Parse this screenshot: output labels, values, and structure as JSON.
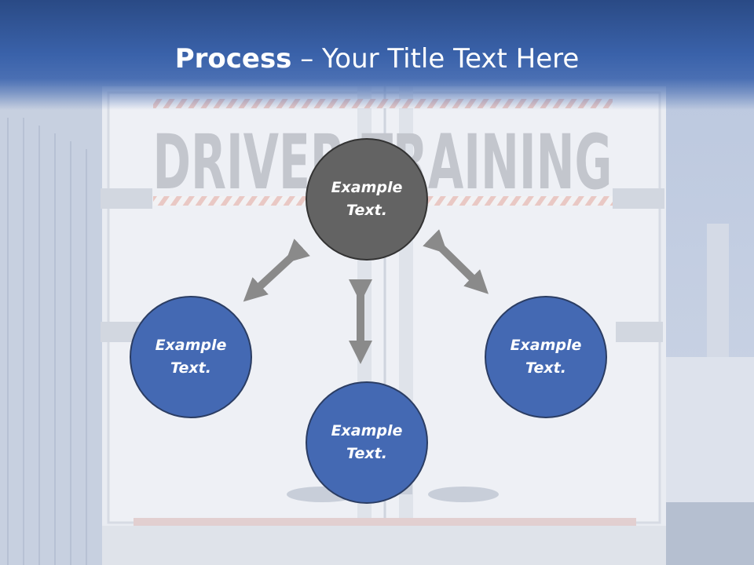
{
  "slide": {
    "title_bold": "Process",
    "title_rest": " – Your Title Text Here",
    "background_sign_text": "DRIVER TRAINING"
  },
  "nodes": {
    "center": {
      "line1": "Example",
      "line2": "Text."
    },
    "left": {
      "line1": "Example",
      "line2": "Text."
    },
    "right": {
      "line1": "Example",
      "line2": "Text."
    },
    "bottom": {
      "line1": "Example",
      "line2": "Text."
    }
  },
  "colors": {
    "title_band": "#3a62aa",
    "node_blue": "#4469b3",
    "node_gray": "#636363",
    "arrow_gray": "#8a8a8a"
  }
}
